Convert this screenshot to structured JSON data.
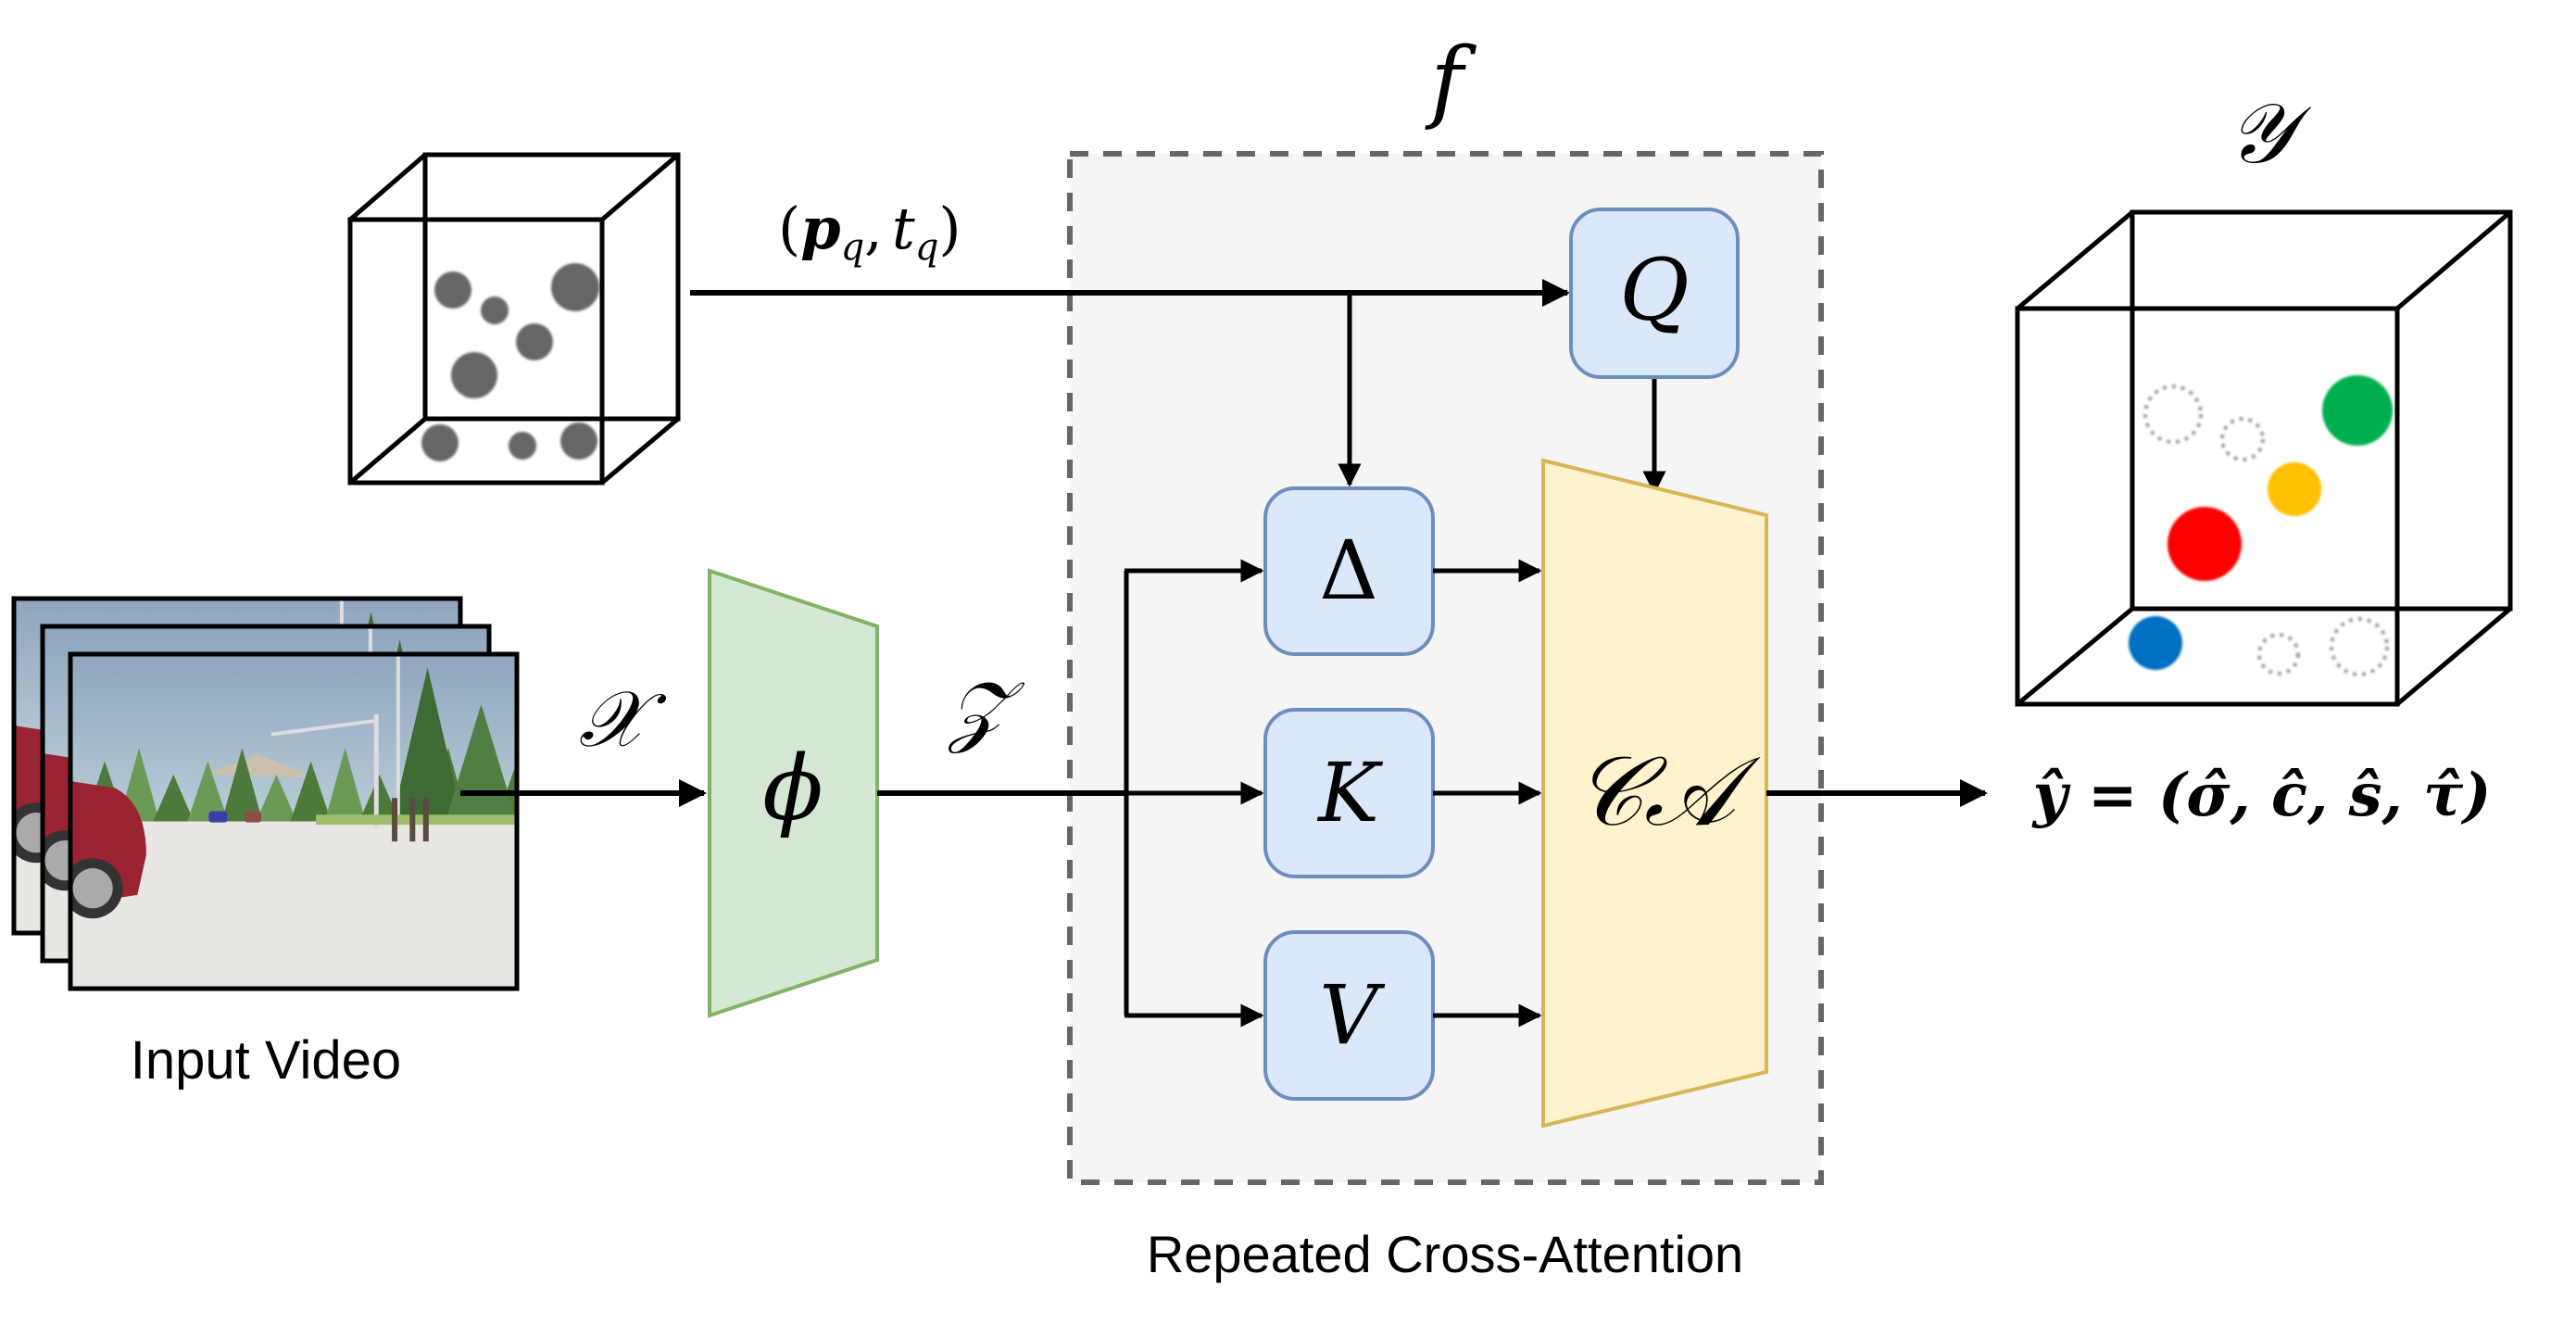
{
  "title_label": "f",
  "input": {
    "query_label": "(p_q, t_q)",
    "query_label_parts": {
      "p": "p",
      "p_sub": "q",
      "sep": ",",
      "t": "t",
      "t_sub": "q"
    },
    "video_caption": "Input Video",
    "video_frames": 3
  },
  "encoder": {
    "input_label": "𝒳",
    "symbol": "ϕ",
    "output_label": "𝒵",
    "fill": "#d5e8d4",
    "stroke": "#82b366"
  },
  "module": {
    "caption": "Repeated Cross-Attention",
    "background": "#f5f5f5",
    "border": "#666666",
    "boxes": [
      {
        "id": "q",
        "label": "Q"
      },
      {
        "id": "delta",
        "label": "Δ"
      },
      {
        "id": "k",
        "label": "K"
      },
      {
        "id": "v",
        "label": "V"
      }
    ],
    "box_fill": "#dae8fc",
    "box_stroke": "#6c8ebf",
    "attention_label": "𝒞𝒜",
    "attention_fill": "#fff2cc",
    "attention_stroke": "#d6b656"
  },
  "output": {
    "space_label": "𝒴",
    "formula": "ŷ = (σ̂, ĉ, ŝ, τ̂)",
    "points": [
      {
        "kind": "empty",
        "color": "#999999"
      },
      {
        "kind": "empty",
        "color": "#999999"
      },
      {
        "kind": "filled",
        "color": "#00b050"
      },
      {
        "kind": "filled",
        "color": "#ffc000"
      },
      {
        "kind": "filled",
        "color": "#ff0000"
      },
      {
        "kind": "filled",
        "color": "#0070c0"
      },
      {
        "kind": "empty",
        "color": "#999999"
      },
      {
        "kind": "empty",
        "color": "#999999"
      }
    ]
  },
  "query_points_color": "#666666"
}
